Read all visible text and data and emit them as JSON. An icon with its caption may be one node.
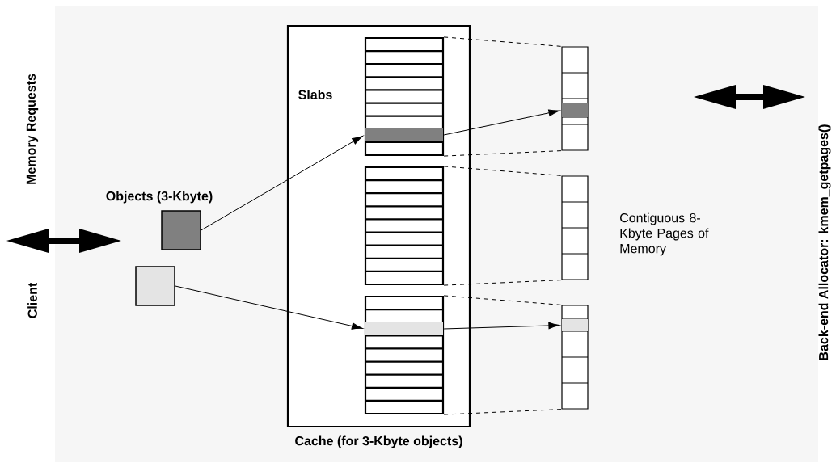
{
  "diagram": {
    "nodes": [
      {
        "text": [
          "Cache (for 3-Kbyte objects)"
        ]
      },
      {
        "text": [],
        "shape": "box"
      },
      {
        "text": [],
        "shape": "box"
      },
      {
        "text": [],
        "shape": "box",
        "in": 0
      },
      {
        "text": [],
        "shape": "box",
        "in": 0
      },
      {
        "text": [],
        "shape": "box",
        "in": 0
      },
      {
        "text": [],
        "shape": "bar",
        "in": 3
      },
      {
        "text": [],
        "shape": "bar",
        "in": 5
      },
      {
        "text": [],
        "shape": "box"
      },
      {
        "text": [],
        "shape": "box"
      },
      {
        "text": [],
        "shape": "box"
      },
      {
        "text": [],
        "shape": "bar",
        "in": 8
      },
      {
        "text": [],
        "shape": "bar",
        "in": 10
      }
    ],
    "edges": [
      {
        "from": 1,
        "to": 6,
        "arrow": "to"
      },
      {
        "from": 6,
        "to": 11,
        "arrow": "to"
      },
      {
        "from": 2,
        "to": 7,
        "arrow": "to"
      },
      {
        "from": 7,
        "to": 12,
        "arrow": "to"
      },
      {
        "from": 3,
        "to": 8,
        "arrow": "none",
        "style": "dashed"
      },
      {
        "from": 3,
        "to": 8,
        "arrow": "none",
        "style": "dashed"
      },
      {
        "from": 4,
        "to": 9,
        "arrow": "none",
        "style": "dashed"
      },
      {
        "from": 4,
        "to": 9,
        "arrow": "none",
        "style": "dashed"
      },
      {
        "from": 5,
        "to": 10,
        "arrow": "none",
        "style": "dashed"
      },
      {
        "from": 5,
        "to": 10,
        "arrow": "none",
        "style": "dashed"
      }
    ],
    "labels": [
      "Memory Requests",
      "Client",
      "Objects (3-Kbyte)",
      "Slabs",
      "Contiguous 8-Kbyte Pages of Memory",
      "Back-end Allocator: kmem_getpages()"
    ]
  }
}
